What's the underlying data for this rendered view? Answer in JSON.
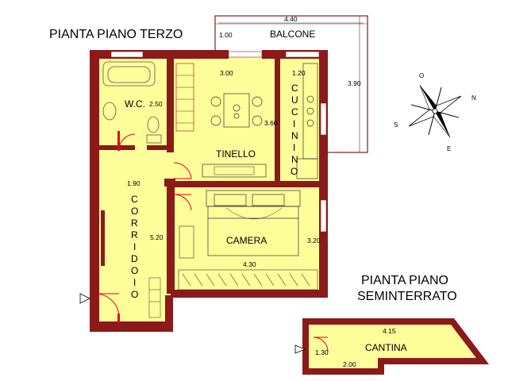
{
  "titles": {
    "third_floor": "PIANTA PIANO TERZO",
    "basement_line1": "PIANTA PIANO",
    "basement_line2": "SEMINTERRATO"
  },
  "rooms": {
    "balcone": "BALCONE",
    "wc": "W.C.",
    "tinello": "TINELLO",
    "cucinino": [
      "C",
      "U",
      "C",
      "I",
      "N",
      "I",
      "N",
      "O"
    ],
    "corridoio": [
      "C",
      "O",
      "R",
      "R",
      "I",
      "D",
      "O",
      "I",
      "O"
    ],
    "camera": "CAMERA",
    "cantina": "CANTINA"
  },
  "dimensions": {
    "balcone_width": "4.40",
    "balcone_depth": "1.00",
    "balcone_height": "3.90",
    "tinello_width": "3.00",
    "cucinino_width": "1.20",
    "wc_dim": "2.50",
    "tinello_depth": "3.60",
    "corridoio_width": "1.90",
    "corridoio_length": "5.20",
    "camera_width": "4.30",
    "camera_depth": "3.20",
    "cantina_width": "4.15",
    "cantina_depth": "1.30",
    "cantina_inner": "2.00"
  },
  "compass": {
    "n": "N",
    "s": "S",
    "e": "E",
    "o": "O"
  },
  "colors": {
    "wall": "#8b1a1a",
    "floor": "#fdfd9a",
    "accent": "#e8001c"
  }
}
